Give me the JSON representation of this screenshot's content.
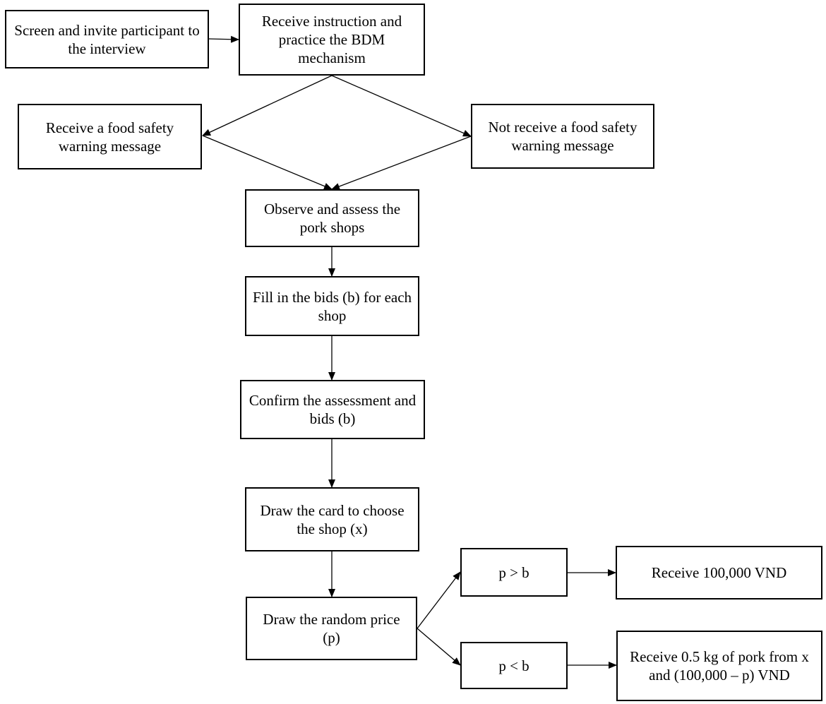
{
  "nodes": {
    "screen": "Screen and invite participant to the interview",
    "instruct": "Receive instruction and practice the BDM mechanism",
    "warn": "Receive a food safety warning message",
    "nowarn": "Not receive a food safety warning message",
    "observe": "Observe and assess the pork shops",
    "fill": "Fill in the bids (b) for each shop",
    "confirm": "Confirm the assessment and bids (b)",
    "draw_card": "Draw the card to choose the shop (x)",
    "draw_price": "Draw the random price (p)",
    "p_gt": "p > b",
    "p_lt": "p < b",
    "recv_money": "Receive 100,000 VND",
    "recv_pork": "Receive 0.5 kg of pork from x and (100,000 – p) VND"
  }
}
